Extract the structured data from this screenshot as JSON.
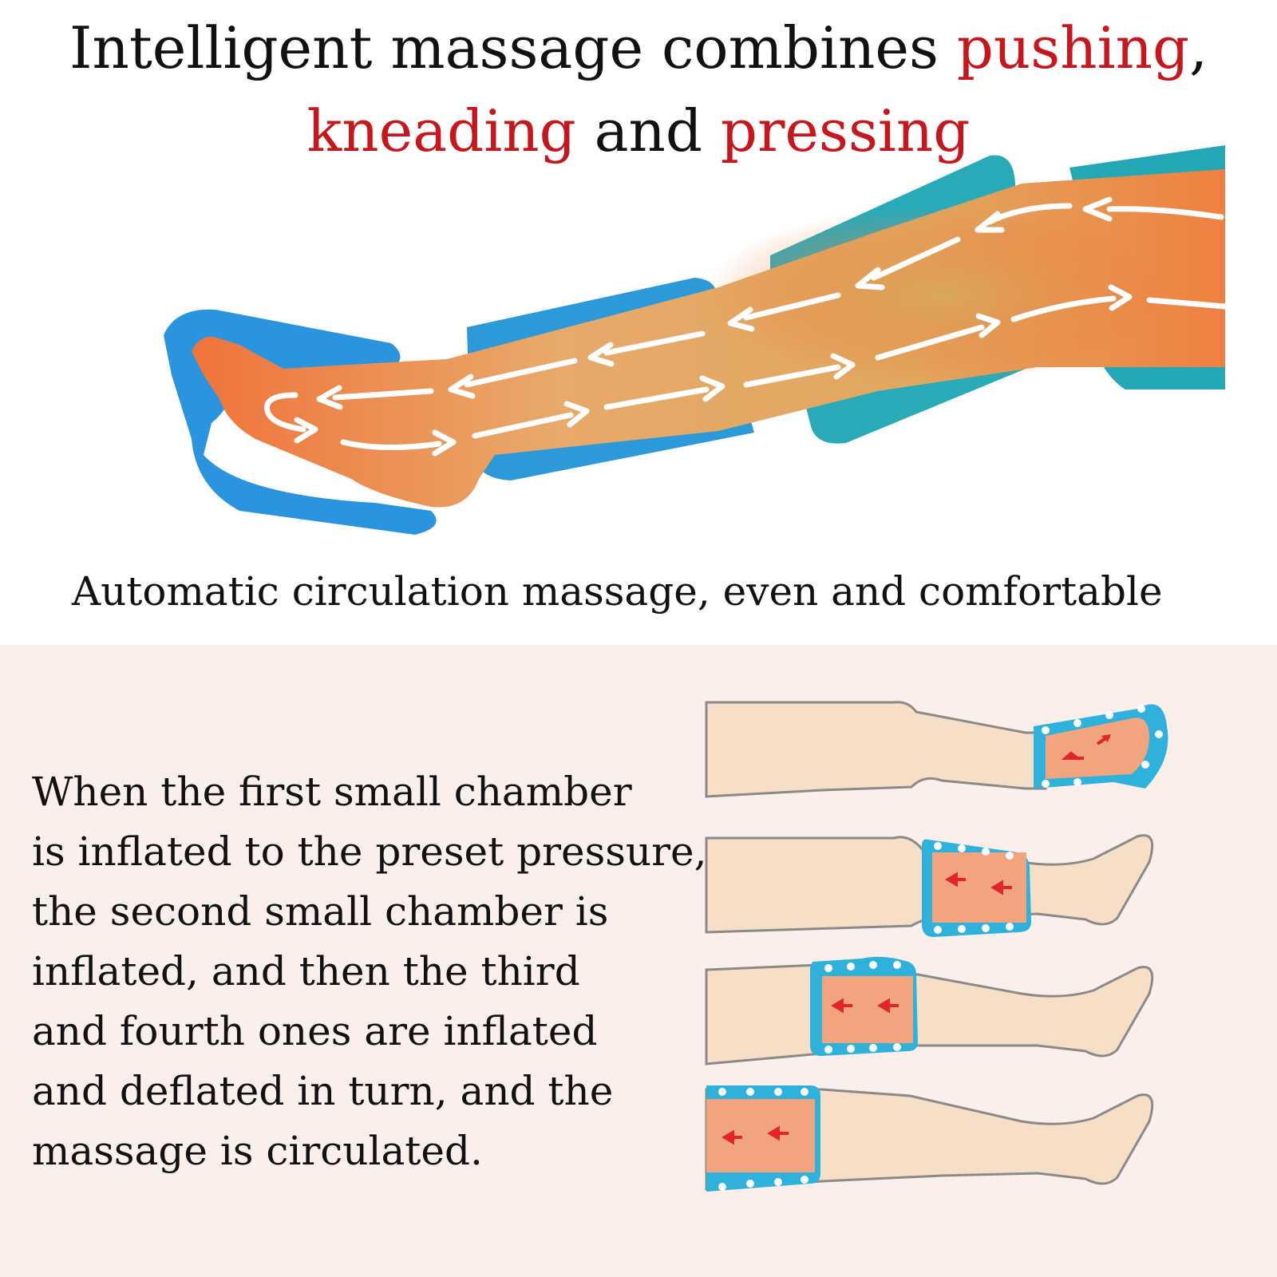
{
  "headline": {
    "part1": "Intelligent massage combines ",
    "pushing": "pushing",
    "comma": ",",
    "kneading": "kneading",
    "and": " and ",
    "pressing": "pressing"
  },
  "subtitle": "Automatic circulation massage, even and comfortable",
  "description_lines": [
    "When the first small chamber",
    "is inflated to the preset pressure,",
    "the second small chamber is",
    "inflated, and then the third",
    "and fourth ones are inflated",
    "and deflated in turn, and the",
    "massage is circulated."
  ],
  "colors": {
    "accent_red": "#c8161d",
    "cuff_blue": "#2ea3dd",
    "cuff_teal": "#25a8b5",
    "skin": "#f4dcc0",
    "inflated_chamber": "#f2a47e",
    "lower_background": "#fbefec"
  },
  "illustrations": {
    "hero": "leg-with-air-compression-cuffs-and-flow-arrows",
    "steps": [
      "foot-chamber-inflated",
      "calf-chamber-inflated",
      "knee-chamber-inflated",
      "thigh-chamber-inflated"
    ]
  }
}
